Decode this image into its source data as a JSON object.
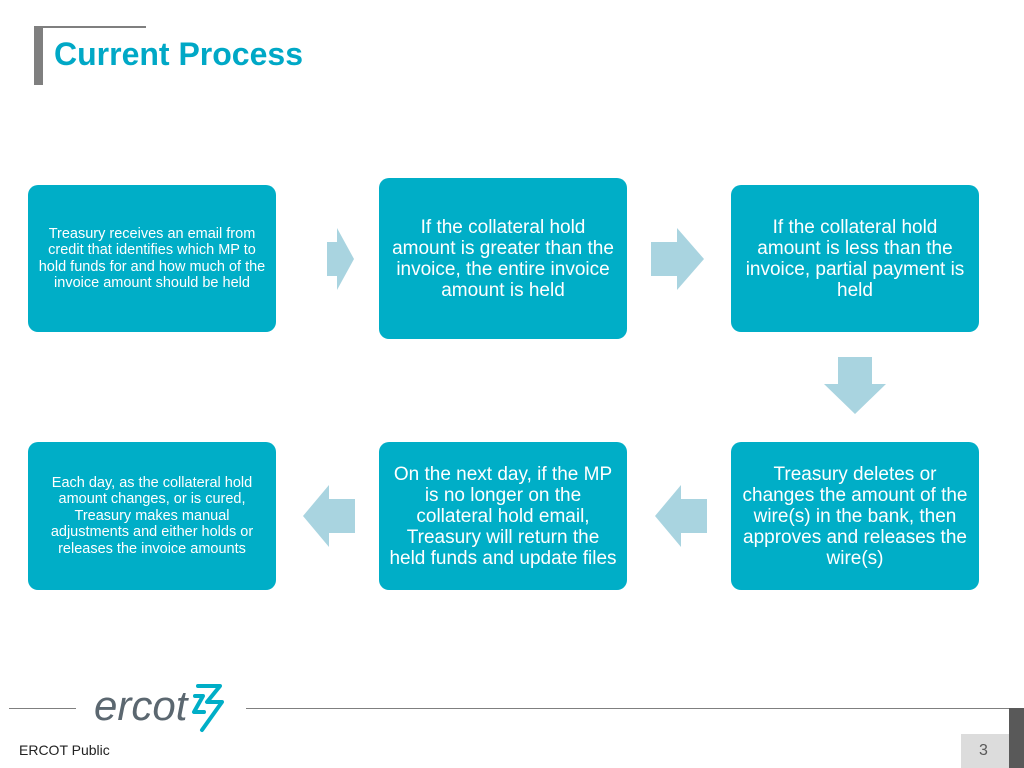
{
  "slide": {
    "title": "Current Process",
    "footer_label": "ERCOT Public",
    "page_number": "3"
  },
  "process": {
    "steps": [
      "Treasury receives an email from credit that identifies which MP to hold funds for and how much of the invoice amount should be held",
      "If the collateral hold amount is greater than the invoice, the entire invoice amount is held",
      "If the collateral hold amount is less than the invoice, partial payment is held",
      "Treasury deletes or changes the amount of the wire(s) in the bank, then approves and releases the wire(s)",
      "On the next day, if the MP is no longer on the collateral hold email, Treasury will return the held funds and update files",
      "Each day, as the collateral hold amount changes, or is cured, Treasury makes manual adjustments and either holds or releases the invoice amounts"
    ]
  },
  "brand": {
    "logo_text": "ercot",
    "accent_color": "#00aec7",
    "arrow_color": "#a9d4e0"
  }
}
